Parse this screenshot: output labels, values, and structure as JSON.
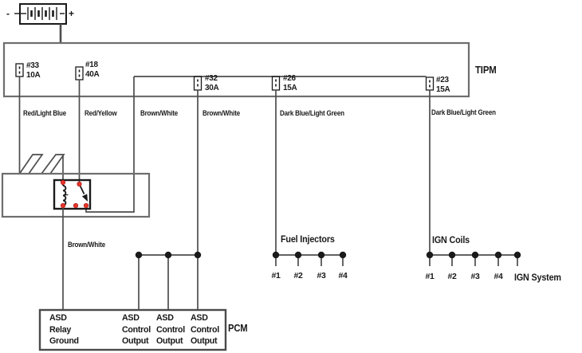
{
  "colors": {
    "ink": "#1a1a1a",
    "wire_gray": "#4d4d4d",
    "thick_wire_gray": "#6b6b6b",
    "box_gray": "#6e6e6e",
    "box_dark_gray": "#4a4a4a",
    "relay_pin_red": "#e8352b"
  },
  "battery": {
    "minus_label": "-",
    "plus_label": "+"
  },
  "tipm": {
    "label": "TIPM",
    "fuses": [
      {
        "id": "#33",
        "rating": "10A"
      },
      {
        "id": "#18",
        "rating": "40A"
      },
      {
        "id": "#32",
        "rating": "30A"
      },
      {
        "id": "#26",
        "rating": "15A"
      },
      {
        "id": "#23",
        "rating": "15A"
      }
    ]
  },
  "wire_labels": {
    "fuse33_out": "Red/Light Blue",
    "fuse18_out": "Red/Yellow",
    "relay_feed": "Brown/White",
    "fuse32_out": "Brown/White",
    "fuse26_out": "Dark Blue/Light Green",
    "fuse23_out": "Dark Blue/Light Green",
    "relay_ground": "Brown/White"
  },
  "fuel_injectors": {
    "title": "Fuel Injectors",
    "items": [
      "#1",
      "#2",
      "#3",
      "#4"
    ]
  },
  "ign_coils": {
    "title": "IGN Coils",
    "items": [
      "#1",
      "#2",
      "#3",
      "#4"
    ],
    "system_label": "IGN System"
  },
  "pcm": {
    "label": "PCM",
    "ground_pin_lines": [
      "ASD",
      "Relay",
      "Ground"
    ],
    "control_pins": [
      [
        "ASD",
        "Control",
        "Output"
      ],
      [
        "ASD",
        "Control",
        "Output"
      ],
      [
        "ASD",
        "Control",
        "Output"
      ]
    ]
  }
}
